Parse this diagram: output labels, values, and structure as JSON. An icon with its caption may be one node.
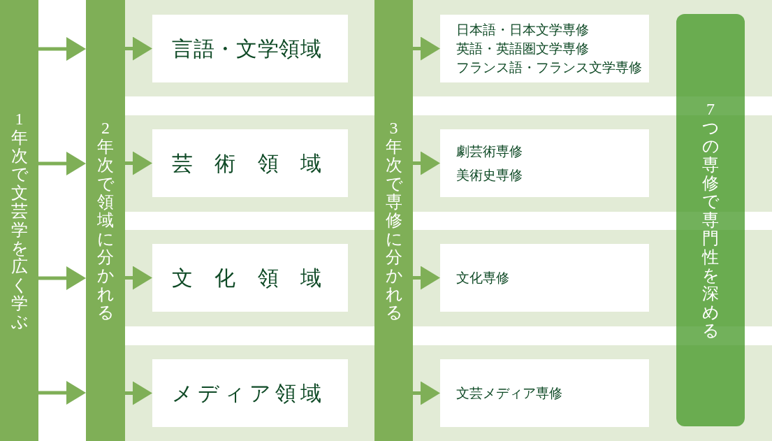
{
  "diagram": {
    "nodes": [
      {
        "text": [
          "1年次で文芸学を広く学ぶ"
        ]
      },
      {
        "text": [
          "2年次で領域に分かれる"
        ]
      },
      {
        "text": [
          "言語・文学領域"
        ]
      },
      {
        "text": [
          "芸術領域"
        ]
      },
      {
        "text": [
          "文化領域"
        ]
      },
      {
        "text": [
          "メディア領域"
        ]
      },
      {
        "text": [
          "3年次で専修に分かれる"
        ]
      },
      {
        "text": [
          "日本語・日本文学専修",
          "英語・英語圏文学専修",
          "フランス語・フランス文学専修"
        ]
      },
      {
        "text": [
          "劇芸術専修",
          "美術史専修"
        ]
      },
      {
        "text": [
          "文化専修"
        ]
      },
      {
        "text": [
          "文芸メディア専修"
        ]
      },
      {
        "text": [
          "7つの専修で専門性を深める"
        ]
      }
    ],
    "edges": [
      {
        "from": 0,
        "to": 1,
        "arrow": "to"
      },
      {
        "from": 0,
        "to": 1,
        "arrow": "to"
      },
      {
        "from": 0,
        "to": 1,
        "arrow": "to"
      },
      {
        "from": 0,
        "to": 1,
        "arrow": "to"
      },
      {
        "from": 1,
        "to": 2,
        "arrow": "to"
      },
      {
        "from": 1,
        "to": 3,
        "arrow": "to"
      },
      {
        "from": 1,
        "to": 4,
        "arrow": "to"
      },
      {
        "from": 1,
        "to": 5,
        "arrow": "to"
      },
      {
        "from": 6,
        "to": 7,
        "arrow": "to"
      },
      {
        "from": 6,
        "to": 8,
        "arrow": "to"
      },
      {
        "from": 6,
        "to": 9,
        "arrow": "to"
      },
      {
        "from": 6,
        "to": 10,
        "arrow": "to"
      }
    ]
  }
}
